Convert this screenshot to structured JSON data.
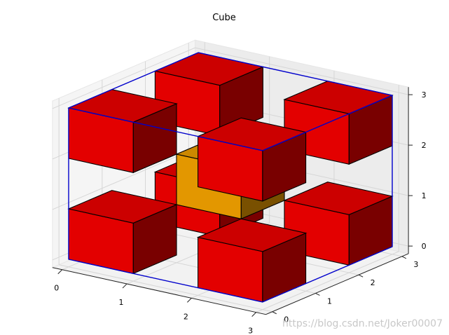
{
  "chart_data": {
    "type": "voxel3d",
    "title": "Cube",
    "xlabel": "",
    "ylabel": "",
    "zlabel": "",
    "xlim": [
      0,
      3
    ],
    "ylim": [
      0,
      3
    ],
    "zlim": [
      0,
      3
    ],
    "xticks": [
      "0",
      "1",
      "2",
      "3"
    ],
    "yticks": [
      "0",
      "1",
      "2",
      "3"
    ],
    "zticks": [
      "0",
      "1",
      "2",
      "3"
    ],
    "grid": true,
    "edge_color": "#000000",
    "frame_color": "#0000cc",
    "colors": {
      "red": "#e80000",
      "orange": "#e89a00"
    },
    "voxels": [
      {
        "x": 0,
        "y": 0,
        "z": 0,
        "color": "red"
      },
      {
        "x": 2,
        "y": 0,
        "z": 0,
        "color": "red"
      },
      {
        "x": 0,
        "y": 2,
        "z": 0,
        "color": "red"
      },
      {
        "x": 2,
        "y": 2,
        "z": 0,
        "color": "red"
      },
      {
        "x": 1,
        "y": 1,
        "z": 1,
        "color": "orange"
      },
      {
        "x": 0,
        "y": 0,
        "z": 2,
        "color": "red"
      },
      {
        "x": 2,
        "y": 0,
        "z": 2,
        "color": "red"
      },
      {
        "x": 0,
        "y": 2,
        "z": 2,
        "color": "red"
      },
      {
        "x": 2,
        "y": 2,
        "z": 2,
        "color": "red"
      }
    ]
  },
  "watermark": "https://blog.csdn.net/Joker00007"
}
